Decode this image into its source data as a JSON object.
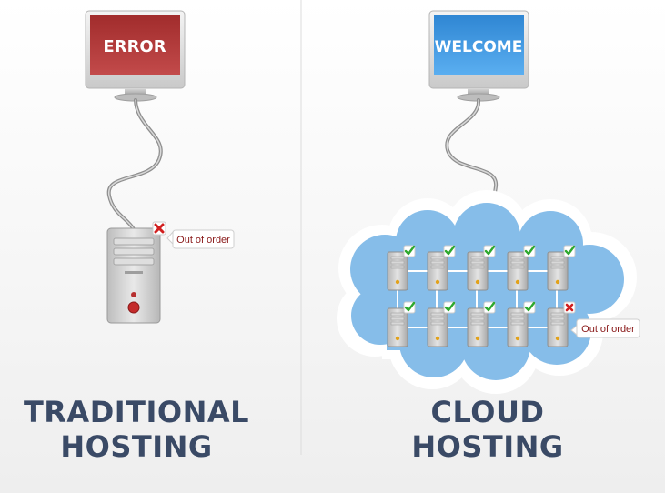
{
  "left": {
    "screen_text": "ERROR",
    "screen_color": "#b43a3a",
    "status_label": "Out of order",
    "title_line1": "TRADITIONAL",
    "title_line2": "HOSTING"
  },
  "right": {
    "screen_text": "WELCOME",
    "screen_color": "#3a8fd8",
    "status_label": "Out of order",
    "title_line1": "CLOUD",
    "title_line2": "HOSTING",
    "server_grid": {
      "rows": 2,
      "cols": 5,
      "status": [
        [
          "ok",
          "ok",
          "ok",
          "ok",
          "ok"
        ],
        [
          "ok",
          "ok",
          "ok",
          "ok",
          "error"
        ]
      ]
    }
  },
  "colors": {
    "title": "#3a4a66",
    "ok_check": "#2ea82e",
    "error_x": "#d11f1f",
    "cloud": "#7fb9e8",
    "status_text": "#8a1a1a"
  },
  "icons": [
    "monitor-icon",
    "server-tower-icon",
    "cloud-icon",
    "checkmark-icon",
    "error-x-icon",
    "cable-icon"
  ]
}
